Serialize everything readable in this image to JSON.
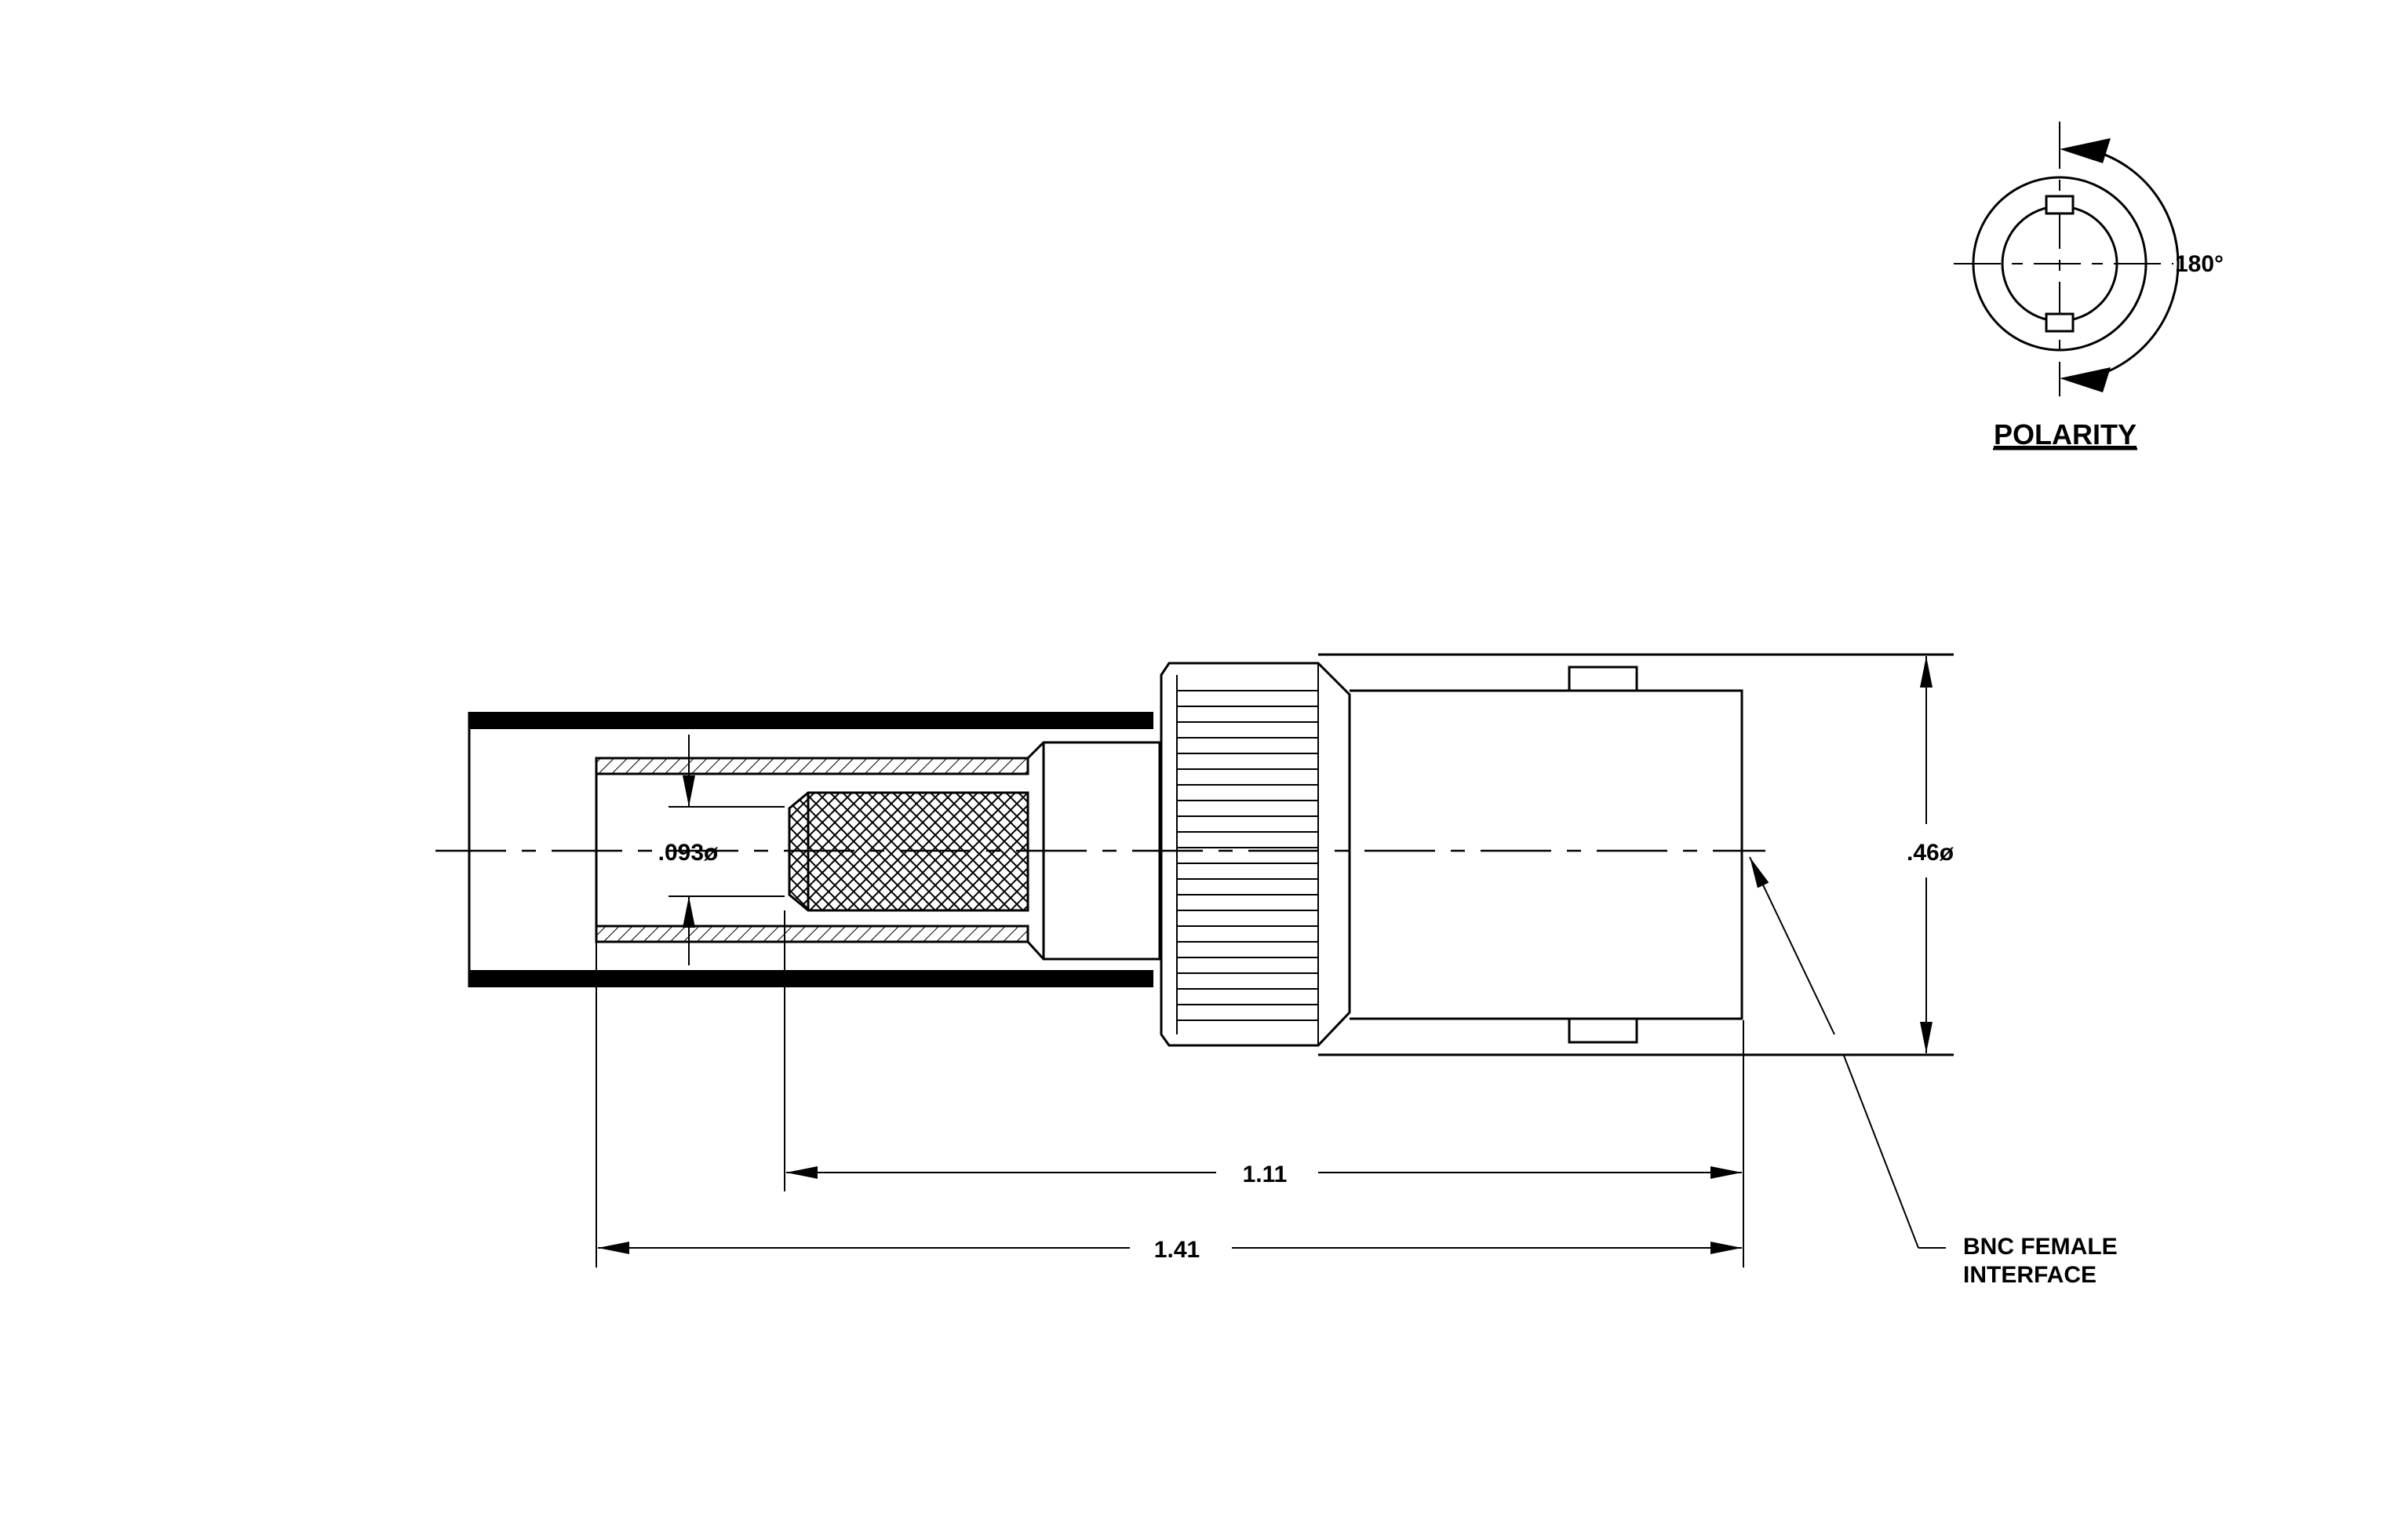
{
  "polarity": {
    "title": "POLARITY",
    "angle": "180°"
  },
  "dimensions": {
    "pin_diameter": ".093ø",
    "outer_diameter": ".46ø",
    "length_short": "1.11",
    "length_long": "1.41"
  },
  "callout": {
    "line1": "BNC FEMALE",
    "line2": "INTERFACE"
  }
}
